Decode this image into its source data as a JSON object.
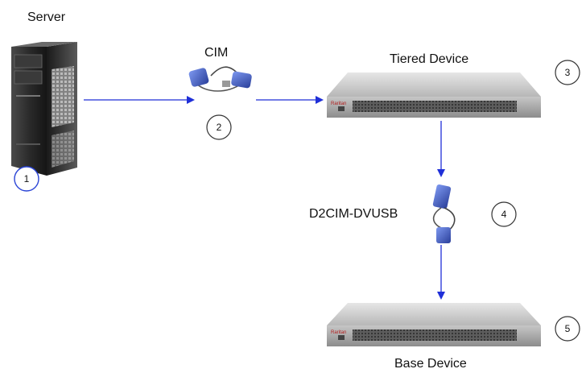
{
  "labels": {
    "server": "Server",
    "cim": "CIM",
    "tiered": "Tiered Device",
    "adapter": "D2CIM-DVUSB",
    "base": "Base Device"
  },
  "badges": {
    "server": "1",
    "cim": "2",
    "tiered": "3",
    "adapter": "4",
    "base": "5"
  },
  "device_brand": "Raritan",
  "colors": {
    "arrow": "#1f2fd8",
    "server_badge_stroke": "#2a44d6",
    "badge_stroke": "#333333",
    "device_body": "#c9c9c9",
    "dongle_blue": "#3c5bc4"
  }
}
